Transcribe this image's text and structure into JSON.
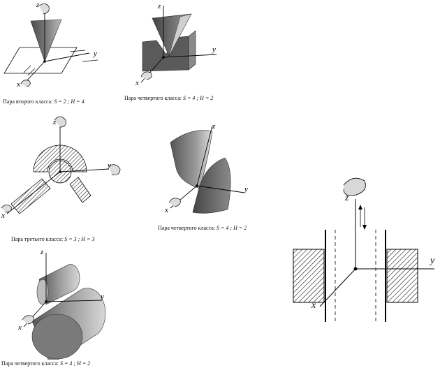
{
  "axes": {
    "x": "x",
    "y": "y",
    "z": "z"
  },
  "figures": [
    {
      "caption_text": "Пара второго класса:",
      "formula": "S = 2 ; H = 4"
    },
    {
      "caption_text": "Пара четвертого класса:",
      "formula": "S = 4 ; H = 2"
    },
    {
      "caption_text": "Пара третьего класса:",
      "formula": "S = 3 ; H = 3"
    },
    {
      "caption_text": "Пара четвертого класса:",
      "formula": "S = 4 ; H = 2"
    },
    {
      "caption_text": "Пара четвертого класса:",
      "formula": "S = 4 ; H = 2"
    }
  ],
  "colors": {
    "shape_dark": "#555555",
    "shape_mid": "#8a8a8a",
    "shape_light": "#c8c8c8",
    "line": "#000000"
  }
}
